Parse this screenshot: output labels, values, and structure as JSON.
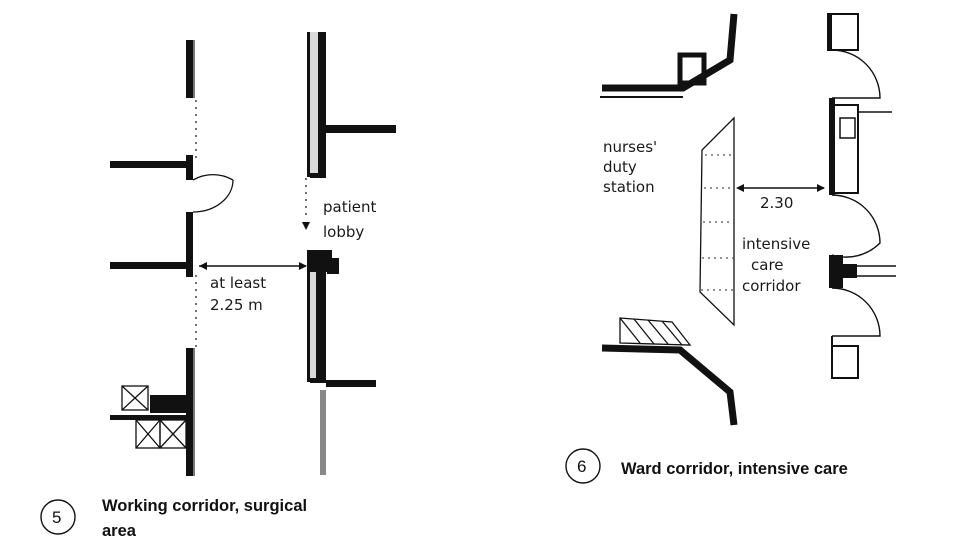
{
  "figure5": {
    "labels": {
      "patient": "patient",
      "lobby": "lobby",
      "at_least": "at least",
      "width": "2.25 m"
    },
    "caption": {
      "number": "5",
      "line1": "Working corridor, surgical",
      "line2": "area"
    }
  },
  "figure6": {
    "labels": {
      "nurses": "nurses'",
      "duty": "duty",
      "station": "station",
      "width": "2.30",
      "intensive": "intensive",
      "care": "care",
      "corridor": "corridor"
    },
    "caption": {
      "number": "6",
      "text": "Ward corridor, intensive care"
    }
  }
}
